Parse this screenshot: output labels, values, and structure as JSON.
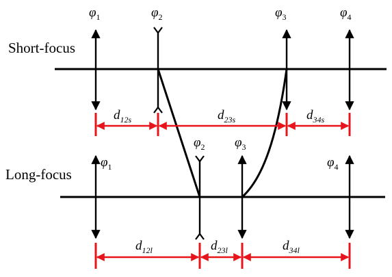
{
  "row_labels": {
    "short": "Short-focus",
    "long": "Long-focus"
  },
  "short_focus": {
    "lens_labels": [
      {
        "sym": "φ",
        "sub": "1"
      },
      {
        "sym": "φ",
        "sub": "2"
      },
      {
        "sym": "φ",
        "sub": "3"
      },
      {
        "sym": "φ",
        "sub": "4"
      }
    ],
    "distances": [
      {
        "sym": "d",
        "sub": "12s"
      },
      {
        "sym": "d",
        "sub": "23s"
      },
      {
        "sym": "d",
        "sub": "34s"
      }
    ]
  },
  "long_focus": {
    "lens_labels": [
      {
        "sym": "φ",
        "sub": "1"
      },
      {
        "sym": "φ",
        "sub": "2"
      },
      {
        "sym": "φ",
        "sub": "3"
      },
      {
        "sym": "φ",
        "sub": "4"
      }
    ],
    "distances": [
      {
        "sym": "d",
        "sub": "12l"
      },
      {
        "sym": "d",
        "sub": "23l"
      },
      {
        "sym": "d",
        "sub": "34l"
      }
    ]
  },
  "colors": {
    "line": "#000000",
    "dimension": "#e8141c"
  }
}
